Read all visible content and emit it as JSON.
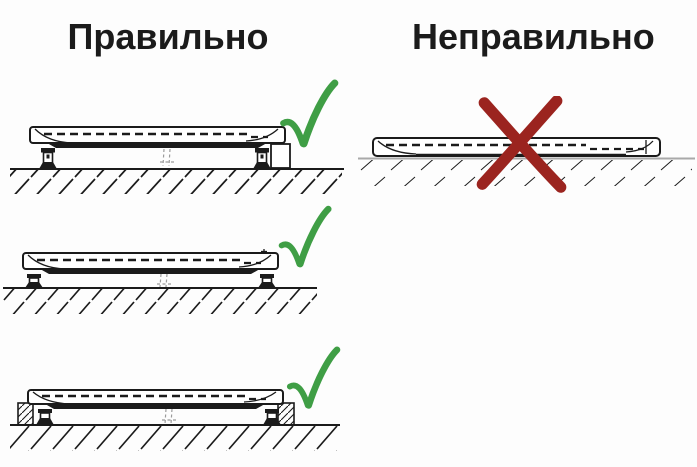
{
  "headings": {
    "correct": "Правильно",
    "incorrect": "Неправильно"
  },
  "figures": [
    {
      "column": "correct",
      "row": 1,
      "icon": "green-checkmark-icon",
      "drawing": "shower-tray-on-adjustable-legs"
    },
    {
      "column": "correct",
      "row": 2,
      "icon": "green-checkmark-icon",
      "drawing": "shower-tray-on-adjustable-legs"
    },
    {
      "column": "correct",
      "row": 3,
      "icon": "green-checkmark-icon",
      "drawing": "shower-tray-on-legs-with-masonry-supports"
    },
    {
      "column": "incorrect",
      "row": 1,
      "icon": "red-cross-icon",
      "drawing": "shower-tray-flat-on-floor"
    }
  ],
  "colors": {
    "background": "#fdfdfd",
    "ink": "#1b1b1b",
    "check_green": "#3f9e45",
    "cross_red": "#9b241f",
    "ground_light": "#a9a9a9"
  }
}
